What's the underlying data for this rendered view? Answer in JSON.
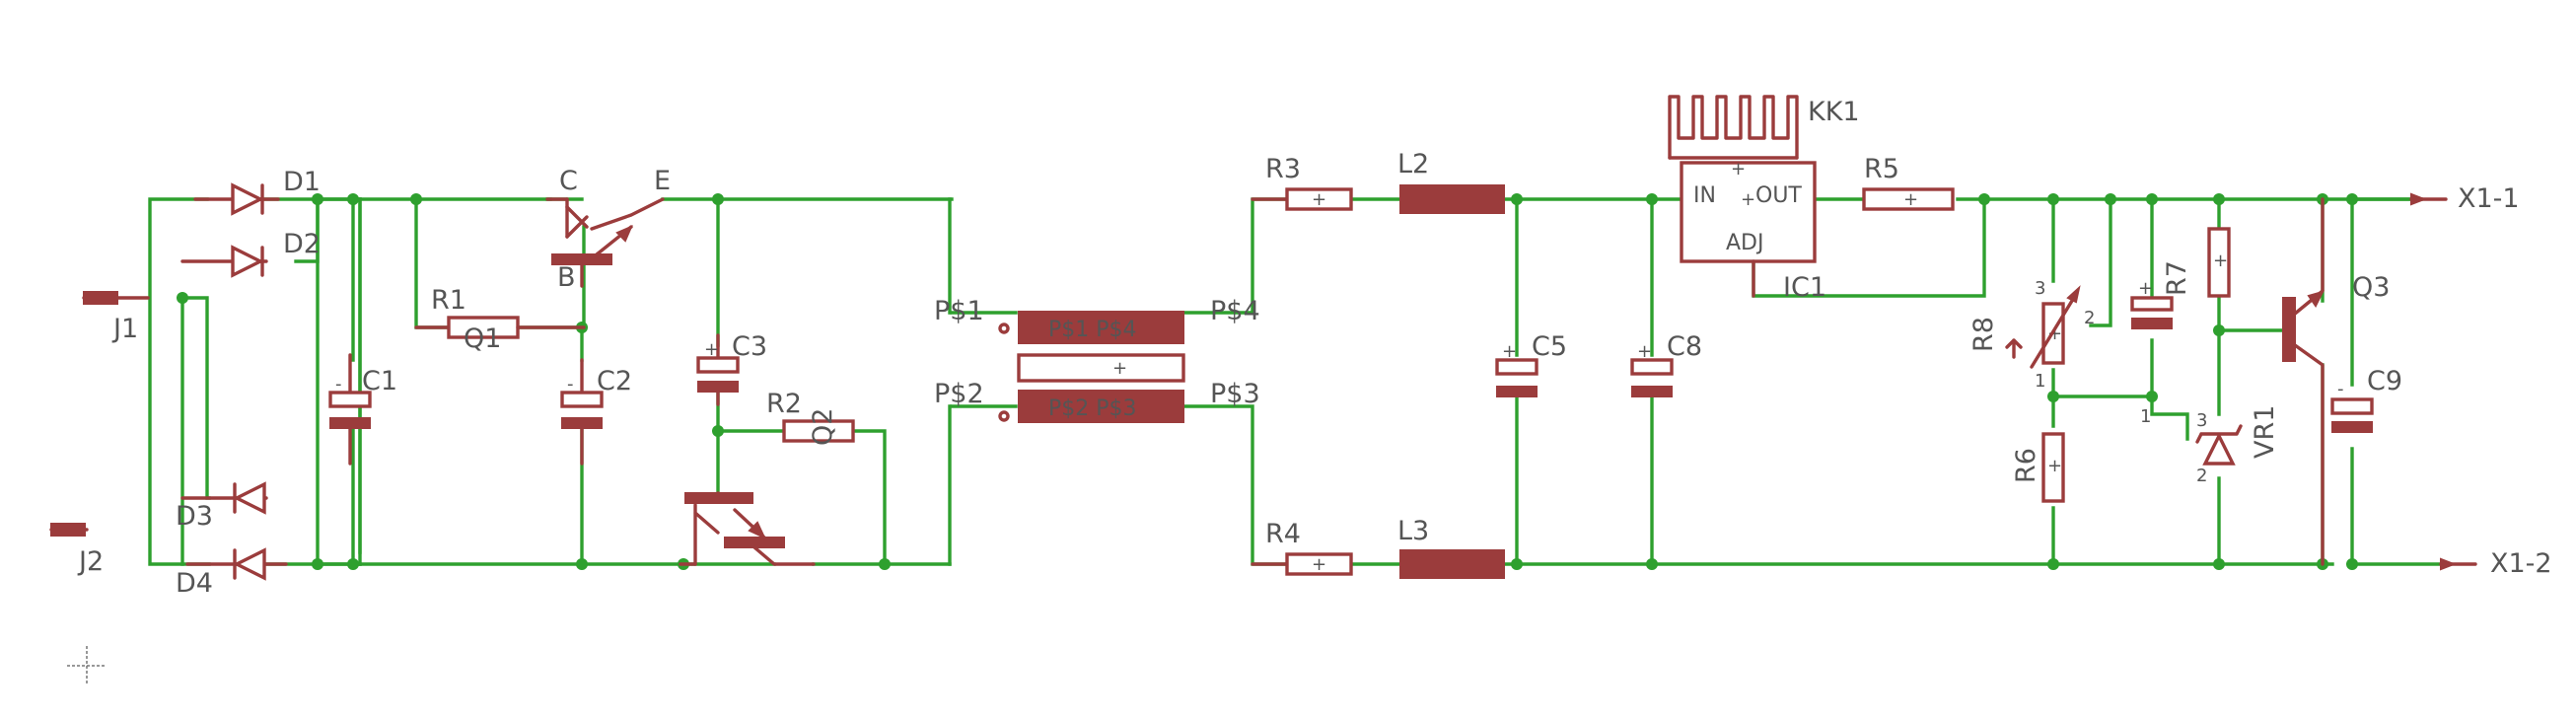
{
  "labels": {
    "J1": "J1",
    "J2": "J2",
    "D1": "D1",
    "D2": "D2",
    "D3": "D3",
    "D4": "D4",
    "C1": "C1",
    "C2": "C2",
    "C3": "C3",
    "C5": "C5",
    "C8": "C8",
    "C9": "C9",
    "R1": "R1",
    "R2": "R2",
    "R3": "R3",
    "R4": "R4",
    "R5": "R5",
    "R6": "R6",
    "R7": "R7",
    "R8": "R8",
    "Q1": "Q1",
    "Q2": "Q2",
    "Q3": "Q3",
    "L2": "L2",
    "L3": "L3",
    "KK1": "KK1",
    "IC1": "IC1",
    "VR1": "VR1",
    "X1_1": "X1-1",
    "X1_2": "X1-2",
    "Q1_C": "C",
    "Q1_E": "E",
    "Q1_B": "B",
    "IC1_IN": "IN",
    "IC1_OUT": "OUT",
    "IC1_ADJ": "ADJ",
    "P1": "P$1",
    "P2": "P$2",
    "P3": "P$3",
    "P4": "P$4",
    "XF_top": "P$1 P$4",
    "XF_bot": "P$2 P$3",
    "pin1": "1",
    "pin2": "2",
    "pin3": "3"
  },
  "colors": {
    "wire": "#2ea02e",
    "part": "#9b3c3c",
    "text": "#555555",
    "background": "#ffffff"
  }
}
